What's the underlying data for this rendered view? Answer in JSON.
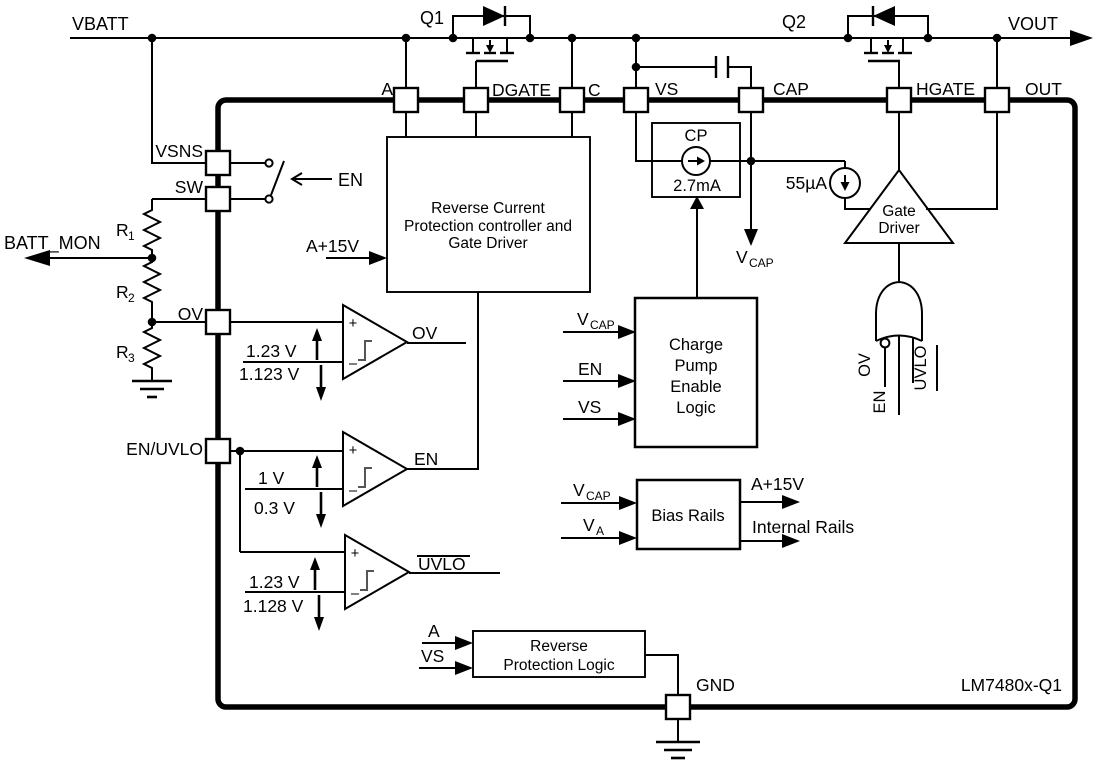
{
  "part_number": "LM7480x-Q1",
  "colors": {
    "line": "#000000",
    "background": "#ffffff"
  },
  "polarity": {
    "plus": "+",
    "minus": "–"
  },
  "rails": {
    "vbatt": "VBATT",
    "vout": "VOUT",
    "batt_mon": "BATT_MON"
  },
  "transistors": {
    "q1": "Q1",
    "q2": "Q2"
  },
  "pins": {
    "a": "A",
    "dgate": "DGATE",
    "c": "C",
    "vs": "VS",
    "cap": "CAP",
    "hgate": "HGATE",
    "out": "OUT",
    "vsns": "VSNS",
    "sw": "SW",
    "ov": "OV",
    "en_uvlo": "EN/UVLO",
    "gnd": "GND"
  },
  "resistors": {
    "r1": {
      "base": "R",
      "sub": "1"
    },
    "r2": {
      "base": "R",
      "sub": "2"
    },
    "r3": {
      "base": "R",
      "sub": "3"
    }
  },
  "en_switch_label": "EN",
  "rcp_block": {
    "lines": [
      "Reverse Current",
      "Protection controller and",
      "Gate Driver"
    ],
    "supply_input": "A+15V"
  },
  "comparators": {
    "ov": {
      "output": "OV",
      "rising": "1.23 V",
      "falling": "1.123 V"
    },
    "en": {
      "output": "EN",
      "rising": "1 V",
      "falling": "0.3 V"
    },
    "uvlo": {
      "output": "UVLO",
      "rising": "1.23 V",
      "falling": "1.128 V"
    }
  },
  "charge_pump": {
    "name": "CP",
    "current": "2.7mA"
  },
  "vcap_net": {
    "base": "V",
    "sub": "CAP"
  },
  "pullup_current": "55µA",
  "gate_driver": {
    "lines": [
      "Gate",
      "Driver"
    ],
    "inputs": {
      "ov": "OV",
      "en": "EN",
      "uvlo": "UVLO"
    }
  },
  "cp_enable": {
    "lines": [
      "Charge",
      "Pump",
      "Enable",
      "Logic"
    ],
    "inputs": {
      "vcap": {
        "base": "V",
        "sub": "CAP"
      },
      "en": "EN",
      "vs": "VS"
    }
  },
  "bias_rails": {
    "name": "Bias Rails",
    "inputs": {
      "vcap": {
        "base": "V",
        "sub": "CAP"
      },
      "va": {
        "base": "V",
        "sub": "A"
      }
    },
    "outputs": {
      "supply": "A+15V",
      "internal": "Internal Rails"
    }
  },
  "reverse_protection": {
    "lines": [
      "Reverse",
      "Protection Logic"
    ],
    "inputs": {
      "a": "A",
      "vs": "VS"
    }
  }
}
